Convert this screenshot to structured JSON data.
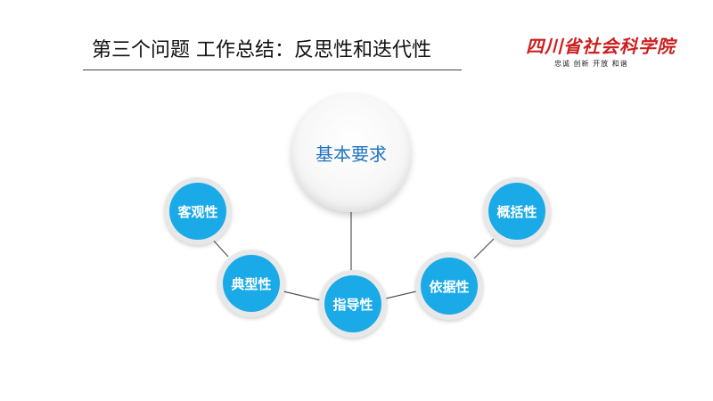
{
  "slide": {
    "title": "第三个问题  工作总结：反思性和迭代性"
  },
  "logo": {
    "name": "四川省社会科学院",
    "motto": "忠诚  创新  开放  和谐",
    "brand_color": "#cc1f1f"
  },
  "diagram": {
    "center_label": "基本要求",
    "center_text_color": "#1f73c0",
    "node_color": "#1aaae8",
    "nodes": [
      {
        "label": "客观性"
      },
      {
        "label": "典型性"
      },
      {
        "label": "指导性"
      },
      {
        "label": "依据性"
      },
      {
        "label": "概括性"
      }
    ]
  }
}
